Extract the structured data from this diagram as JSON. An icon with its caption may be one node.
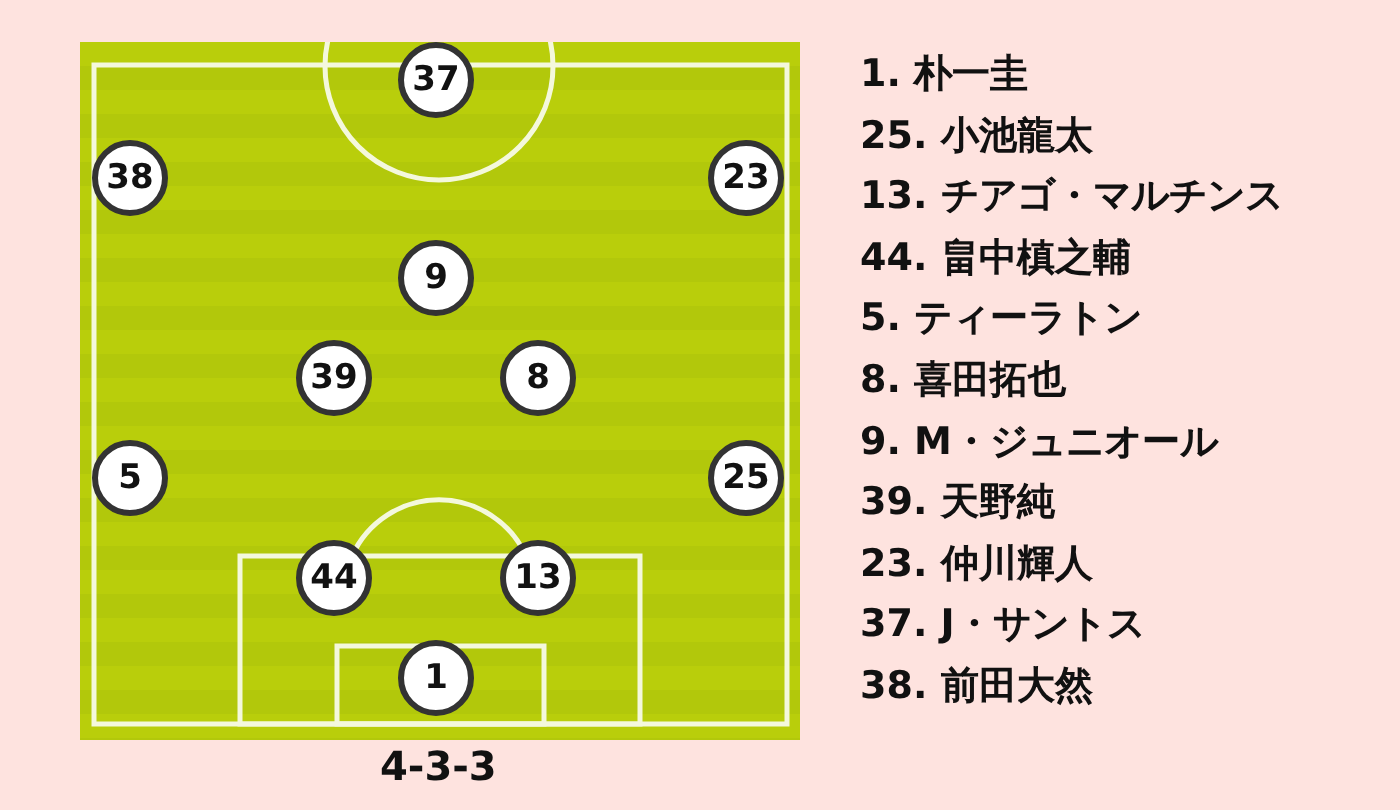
{
  "diagram": {
    "caption": "4-3-3",
    "nodes": [
      {
        "text": [
          "37"
        ]
      },
      {
        "text": [
          "38"
        ]
      },
      {
        "text": [
          "23"
        ]
      },
      {
        "text": [
          "9"
        ]
      },
      {
        "text": [
          "39"
        ]
      },
      {
        "text": [
          "8"
        ]
      },
      {
        "text": [
          "5"
        ]
      },
      {
        "text": [
          "25"
        ]
      },
      {
        "text": [
          "44"
        ]
      },
      {
        "text": [
          "13"
        ]
      },
      {
        "text": [
          "1"
        ]
      }
    ],
    "labels": [
      "1. 朴一圭",
      "25. 小池龍太",
      "13. チアゴ・マルチンス",
      "44. 畠中槙之輔",
      "5. ティーラトン",
      "8. 喜田拓也",
      "9. M・ジュニオール",
      "39. 天野純",
      "23. 仲川輝人",
      "37. J・サントス",
      "38. 前田大然"
    ]
  }
}
